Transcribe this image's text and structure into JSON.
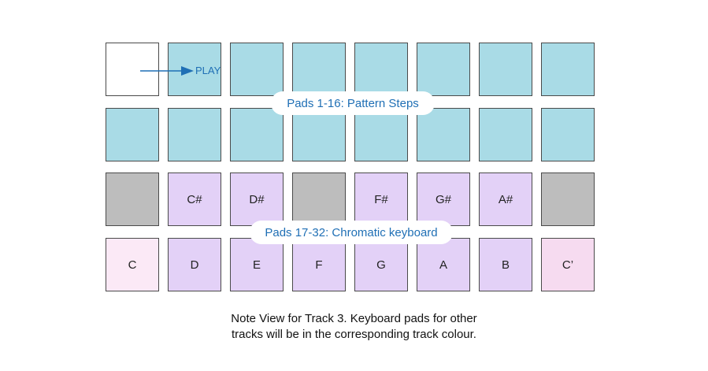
{
  "grid": {
    "rows": [
      {
        "row": "pattern-row-1",
        "pads": [
          {
            "type": "empty",
            "label": ""
          },
          {
            "type": "step",
            "label": ""
          },
          {
            "type": "step",
            "label": ""
          },
          {
            "type": "step",
            "label": ""
          },
          {
            "type": "step",
            "label": ""
          },
          {
            "type": "step",
            "label": ""
          },
          {
            "type": "step",
            "label": ""
          },
          {
            "type": "step",
            "label": ""
          }
        ]
      },
      {
        "row": "pattern-row-2",
        "pads": [
          {
            "type": "step",
            "label": ""
          },
          {
            "type": "step",
            "label": ""
          },
          {
            "type": "step",
            "label": ""
          },
          {
            "type": "step",
            "label": ""
          },
          {
            "type": "step",
            "label": ""
          },
          {
            "type": "step",
            "label": ""
          },
          {
            "type": "step",
            "label": ""
          },
          {
            "type": "step",
            "label": ""
          }
        ]
      },
      {
        "row": "keyboard-row-upper",
        "pads": [
          {
            "type": "blank",
            "label": ""
          },
          {
            "type": "key",
            "label": "C#"
          },
          {
            "type": "key",
            "label": "D#"
          },
          {
            "type": "blank",
            "label": ""
          },
          {
            "type": "key",
            "label": "F#"
          },
          {
            "type": "key",
            "label": "G#"
          },
          {
            "type": "key",
            "label": "A#"
          },
          {
            "type": "blank",
            "label": ""
          }
        ]
      },
      {
        "row": "keyboard-row-lower",
        "pads": [
          {
            "type": "root",
            "label": "C"
          },
          {
            "type": "key",
            "label": "D"
          },
          {
            "type": "key",
            "label": "E"
          },
          {
            "type": "key",
            "label": "F"
          },
          {
            "type": "key",
            "label": "G"
          },
          {
            "type": "key",
            "label": "A"
          },
          {
            "type": "key",
            "label": "B"
          },
          {
            "type": "octave",
            "label": "C’"
          }
        ]
      }
    ]
  },
  "play_label": "PLAY",
  "callouts": {
    "pattern_steps": "Pads 1-16: Pattern Steps",
    "keyboard": "Pads 17-32: Chromatic keyboard"
  },
  "caption": {
    "line1": "Note View for Track 3. Keyboard pads for other",
    "line2": "tracks will be in the corresponding track colour."
  },
  "colors": {
    "step_pad": "#a9dbe6",
    "key_pad": "#e3d1f7",
    "blank_pad": "#bdbdbd",
    "root_pad": "#fbe9f6",
    "octave_pad": "#f6dbf0",
    "annotation": "#1f6fb5"
  }
}
